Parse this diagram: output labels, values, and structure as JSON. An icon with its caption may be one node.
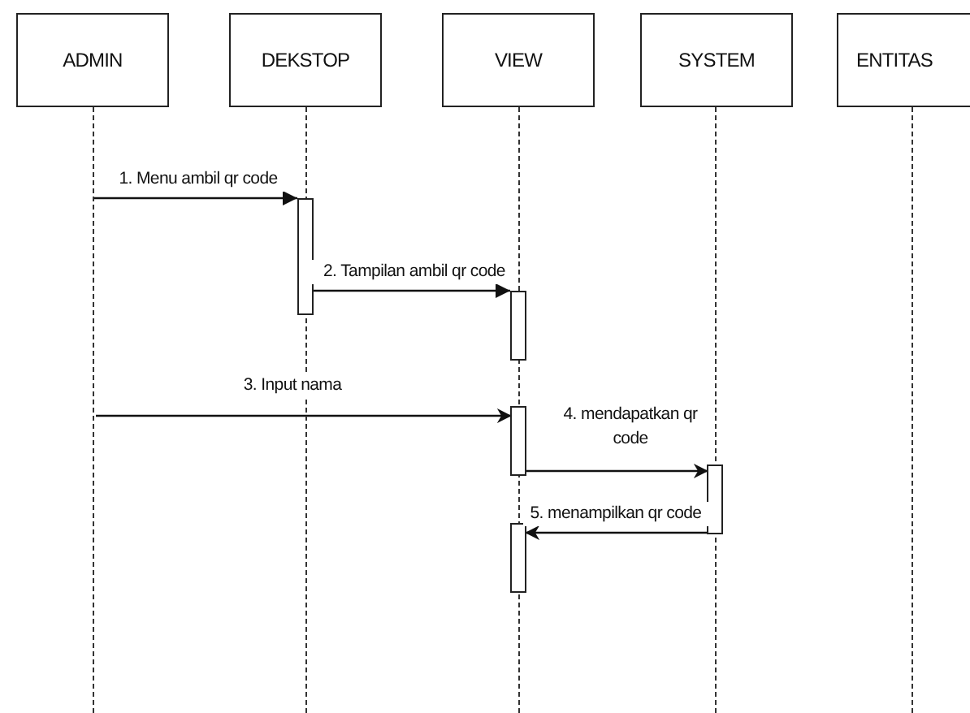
{
  "diagram": {
    "nodes": [
      {
        "text": [
          "ADMIN"
        ]
      },
      {
        "text": [
          "DEKSTOP"
        ]
      },
      {
        "text": [
          "VIEW"
        ]
      },
      {
        "text": [
          "SYSTEM"
        ]
      },
      {
        "text": [
          "ENTITAS"
        ]
      },
      {
        "text": [],
        "shape": "bar"
      },
      {
        "text": [],
        "shape": "bar"
      },
      {
        "text": [],
        "shape": "bar"
      },
      {
        "text": [],
        "shape": "bar"
      },
      {
        "text": [],
        "shape": "bar"
      }
    ],
    "edges": [
      {
        "from": 0,
        "to": 5,
        "arrow": "to",
        "label": "1. Menu ambil qr code"
      },
      {
        "from": 5,
        "to": 6,
        "arrow": "to",
        "label": "2. Tampilan ambil qr code"
      },
      {
        "from": null,
        "to": 7,
        "arrow": "to",
        "label": "3. Input nama"
      },
      {
        "from": 7,
        "to": 8,
        "arrow": "to",
        "label": "4. mendapatkan qr code"
      },
      {
        "from": 8,
        "to": 9,
        "arrow": "to",
        "label": "5. menampilkan qr code"
      }
    ]
  }
}
